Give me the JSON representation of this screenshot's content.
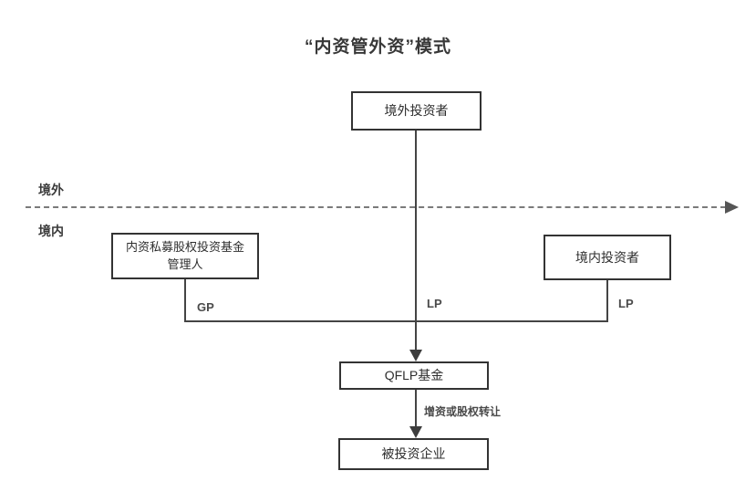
{
  "title": "“内资管外资”模式",
  "regions": {
    "offshore": "境外",
    "onshore": "境内"
  },
  "nodes": {
    "offshore_investor": "境外投资者",
    "domestic_manager": "内资私募股权投资基金\n管理人",
    "domestic_investor": "境内投资者",
    "qflp_fund": "QFLP基金",
    "investee": "被投资企业"
  },
  "edge_labels": {
    "gp": "GP",
    "lp_center": "LP",
    "lp_right": "LP",
    "investment": "增资或股权转让"
  },
  "colors": {
    "line": "#444444",
    "box_border": "#333333",
    "dashed_line": "#7a7a7a",
    "edge_label_text": "#4a4a4a",
    "background": "#ffffff"
  }
}
